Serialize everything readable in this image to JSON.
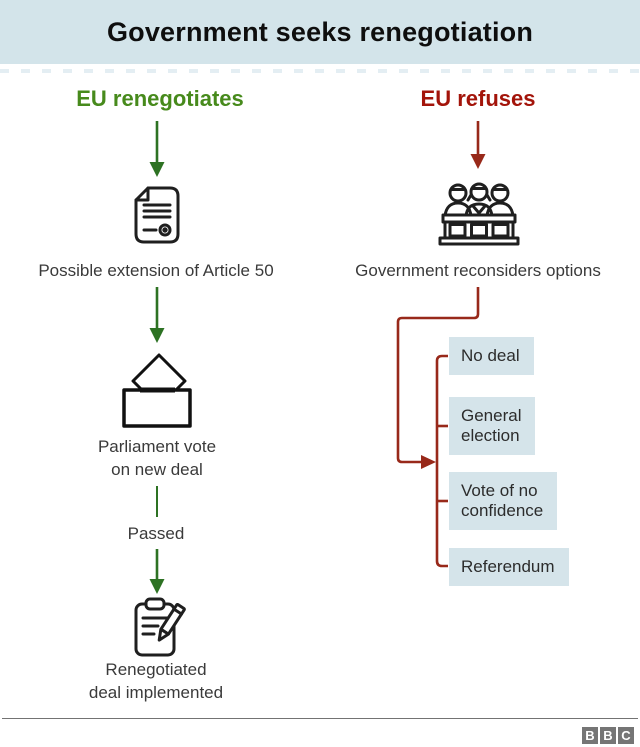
{
  "title": "Government seeks renegotiation",
  "left": {
    "heading": "EU renegotiates",
    "step_extension": "Possible extension of Article 50",
    "step_vote": "Parliament vote\non new deal",
    "edge_passed": "Passed",
    "step_implemented": "Renegotiated\ndeal implemented"
  },
  "right": {
    "heading": "EU refuses",
    "step_reconsider": "Government reconsiders options",
    "options": [
      "No deal",
      "General\nelection",
      "Vote of no\nconfidence",
      "Referendum"
    ]
  },
  "footer": {
    "logo": [
      "B",
      "B",
      "C"
    ]
  },
  "colors": {
    "header_bg": "#d3e4ea",
    "option_bg": "#d5e4ea",
    "heading_green": "#478a1c",
    "heading_red": "#a3140a",
    "arrow_green": "#2d7223",
    "arrow_red": "#98291a",
    "body_text": "#3a3a3a",
    "icon_stroke": "#1f1f1f",
    "logo_gray": "#757575"
  }
}
